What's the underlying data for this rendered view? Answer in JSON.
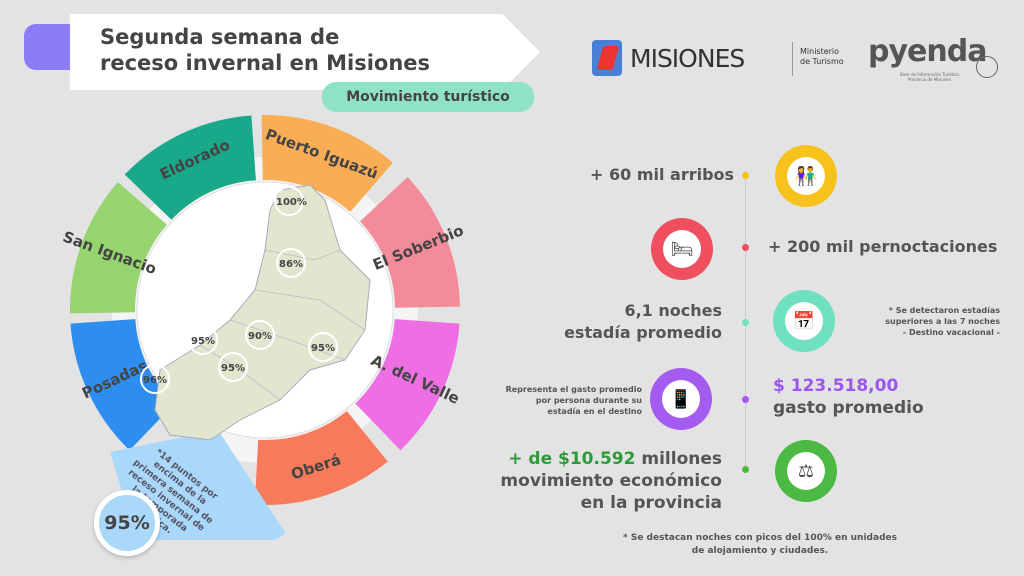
{
  "header": {
    "title_line1": "Segunda semana de",
    "title_line2": "receso invernal en Misiones",
    "subtitle": "Movimiento turístico"
  },
  "logos": {
    "misiones": "MISIONES",
    "ministerio_line1": "Ministerio",
    "ministerio_line2": "de Turismo",
    "pyenda": "pyenda",
    "pyenda_sub_line1": "Base de Información Turística",
    "pyenda_sub_line2": "Provincia de Misiones"
  },
  "wheel": {
    "segments": [
      {
        "label": "Eldorado",
        "color": "#1aa88a"
      },
      {
        "label": "Puerto Iguazú",
        "color": "#f9ad55"
      },
      {
        "label": "El Soberbio",
        "color": "#f48b9b"
      },
      {
        "label": "A. del Valle",
        "color": "#ee6fe4"
      },
      {
        "label": "Oberá",
        "color": "#f77b5a"
      },
      {
        "label": "Posadas",
        "color": "#2d8ef0"
      },
      {
        "label": "San Ignacio",
        "color": "#95d46e"
      }
    ]
  },
  "map_percents": [
    {
      "value": "100%",
      "color": "#f9ad55"
    },
    {
      "value": "86%",
      "color": "#1a9a7a"
    },
    {
      "value": "90%",
      "color": "#ee7fe6"
    },
    {
      "value": "95%",
      "color": "#95d46e"
    },
    {
      "value": "95%",
      "color": "#f77b5a"
    },
    {
      "value": "95%",
      "color": "#f48b9b"
    },
    {
      "value": "96%",
      "color": "#2d8ef0"
    }
  ],
  "overall": {
    "value": "95%",
    "note": "*14 puntos por encima de la primera semana de receso invernal de la temporada turística."
  },
  "stats": {
    "arribos": "+ 60 mil arribos",
    "pernoctaciones": "+ 200 mil pernoctaciones",
    "noches_line1": "6,1 noches",
    "noches_line2": "estadía promedio",
    "noches_note_line1": "* Se detectaron estadías",
    "noches_note_line2": "superiores a las 7 noches",
    "noches_note_line3": "- Destino vacacional -",
    "gasto_value": "$ 123.518,00",
    "gasto_label": "gasto promedio",
    "gasto_note_line1": "Representa el gasto promedio",
    "gasto_note_line2": "por persona durante su",
    "gasto_note_line3": "estadía en el destino",
    "movimiento_value": "+ de $10.592",
    "movimiento_unit": " millones",
    "movimiento_line2": "movimiento económico",
    "movimiento_line3": "en la provincia",
    "footer_line1": "* Se destacan noches con picos del 100% en unidades",
    "footer_line2": "de alojamiento y ciudades."
  },
  "colors": {
    "yellow": "#f7c21b",
    "red": "#ef4f5f",
    "mint": "#6fe0c0",
    "purple": "#a45cf0",
    "green": "#4cb944"
  }
}
